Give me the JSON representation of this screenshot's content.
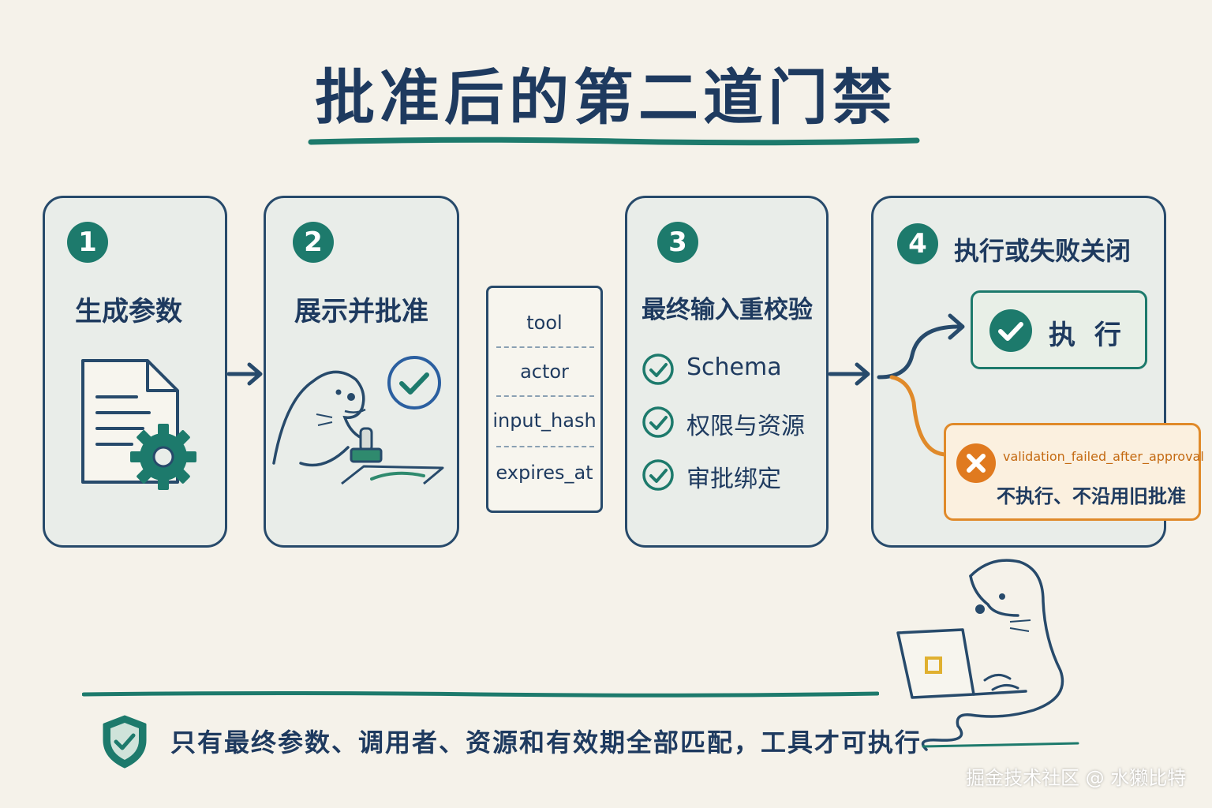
{
  "title": "批准后的第二道门禁",
  "steps": [
    {
      "num": "1",
      "title": "生成参数"
    },
    {
      "num": "2",
      "title": "展示并批准"
    },
    {
      "num": "3",
      "title": "最终输入重校验"
    },
    {
      "num": "4",
      "title": "执行或失败关闭"
    }
  ],
  "ticket_fields": [
    "tool",
    "actor",
    "input_hash",
    "expires_at"
  ],
  "checks": [
    "Schema",
    "权限与资源",
    "审批绑定"
  ],
  "execute_label": "执 行",
  "fail": {
    "code": "validation_failed_after_approval",
    "text": "不执行、不沿用旧批准"
  },
  "footer": "只有最终参数、调用者、资源和有效期全部匹配，工具才可执行",
  "watermark": "掘金技术社区 @ 水獭比特",
  "colors": {
    "navy": "#1e3a5f",
    "teal": "#1d7a6c",
    "orange": "#e08a2a",
    "background": "#f5f2ea"
  }
}
